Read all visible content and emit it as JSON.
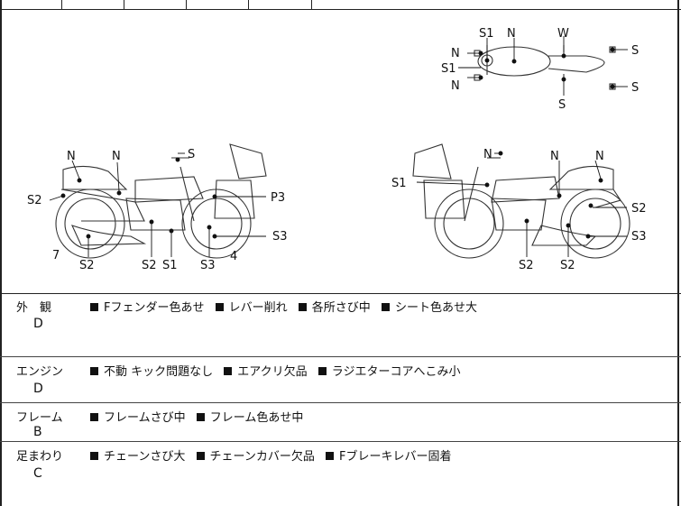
{
  "diagram": {
    "top_view_labels": [
      "S1",
      "N",
      "W",
      "N",
      "S",
      "S1",
      "N",
      "S",
      "S"
    ],
    "left_view_labels": [
      "N",
      "N",
      "S",
      "S2",
      "P3",
      "7",
      "S2",
      "S2",
      "S1",
      "S3",
      "4",
      "S3"
    ],
    "right_view_labels": [
      "N",
      "N",
      "N",
      "S1",
      "S2",
      "S3",
      "S2",
      "S2"
    ]
  },
  "sections": [
    {
      "category": "外　観",
      "grade": "D",
      "items": [
        "Fフェンダー色あせ",
        "レバー削れ",
        "各所さび中",
        "シート色あせ大"
      ]
    },
    {
      "category": "エンジン",
      "grade": "D",
      "items": [
        "不動 キック問題なし",
        "エアクリ欠品",
        "ラジエターコアへこみ小"
      ]
    },
    {
      "category": "フレーム",
      "grade": "B",
      "items": [
        "フレームさび中",
        "フレーム色あせ中"
      ]
    },
    {
      "category": "足まわり",
      "grade": "C",
      "items": [
        "チェーンさび大",
        "チェーンカバー欠品",
        "Fブレーキレバー固着"
      ]
    }
  ]
}
